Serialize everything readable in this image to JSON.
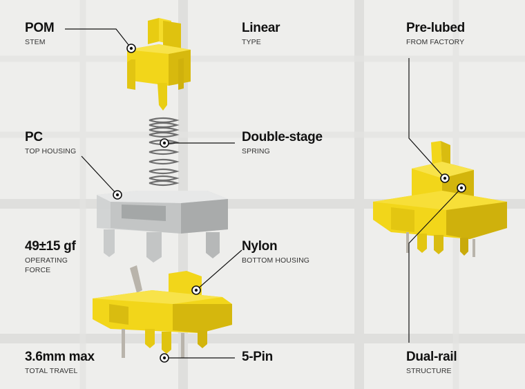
{
  "labels": {
    "stem": {
      "title": "POM",
      "sub1": "STEM"
    },
    "type": {
      "title": "Linear",
      "sub1": "TYPE"
    },
    "lube": {
      "title": "Pre-lubed",
      "sub1": "FROM FACTORY"
    },
    "housing": {
      "title": "PC",
      "sub1": "TOP HOUSING"
    },
    "spring": {
      "title": "Double-stage",
      "sub1": "SPRING"
    },
    "force": {
      "title": "49±15 gf",
      "sub1": "OPERATING",
      "sub2": "FORCE"
    },
    "bottom": {
      "title": "Nylon",
      "sub1": "BOTTOM HOUSING"
    },
    "travel": {
      "title": "3.6mm max",
      "sub1": "TOTAL TRAVEL"
    },
    "pins": {
      "title": "5-Pin"
    },
    "rail": {
      "title": "Dual-rail",
      "sub1": "STRUCTURE"
    }
  },
  "colors": {
    "background": "#eeeeec",
    "yellow": "#f2d61a",
    "yellow_shade": "#c9a90e",
    "clear_housing": "#cfd0d0",
    "spring_metal": "#7a7a7a",
    "pin_metal": "#b9b4ab",
    "text": "#111111"
  }
}
